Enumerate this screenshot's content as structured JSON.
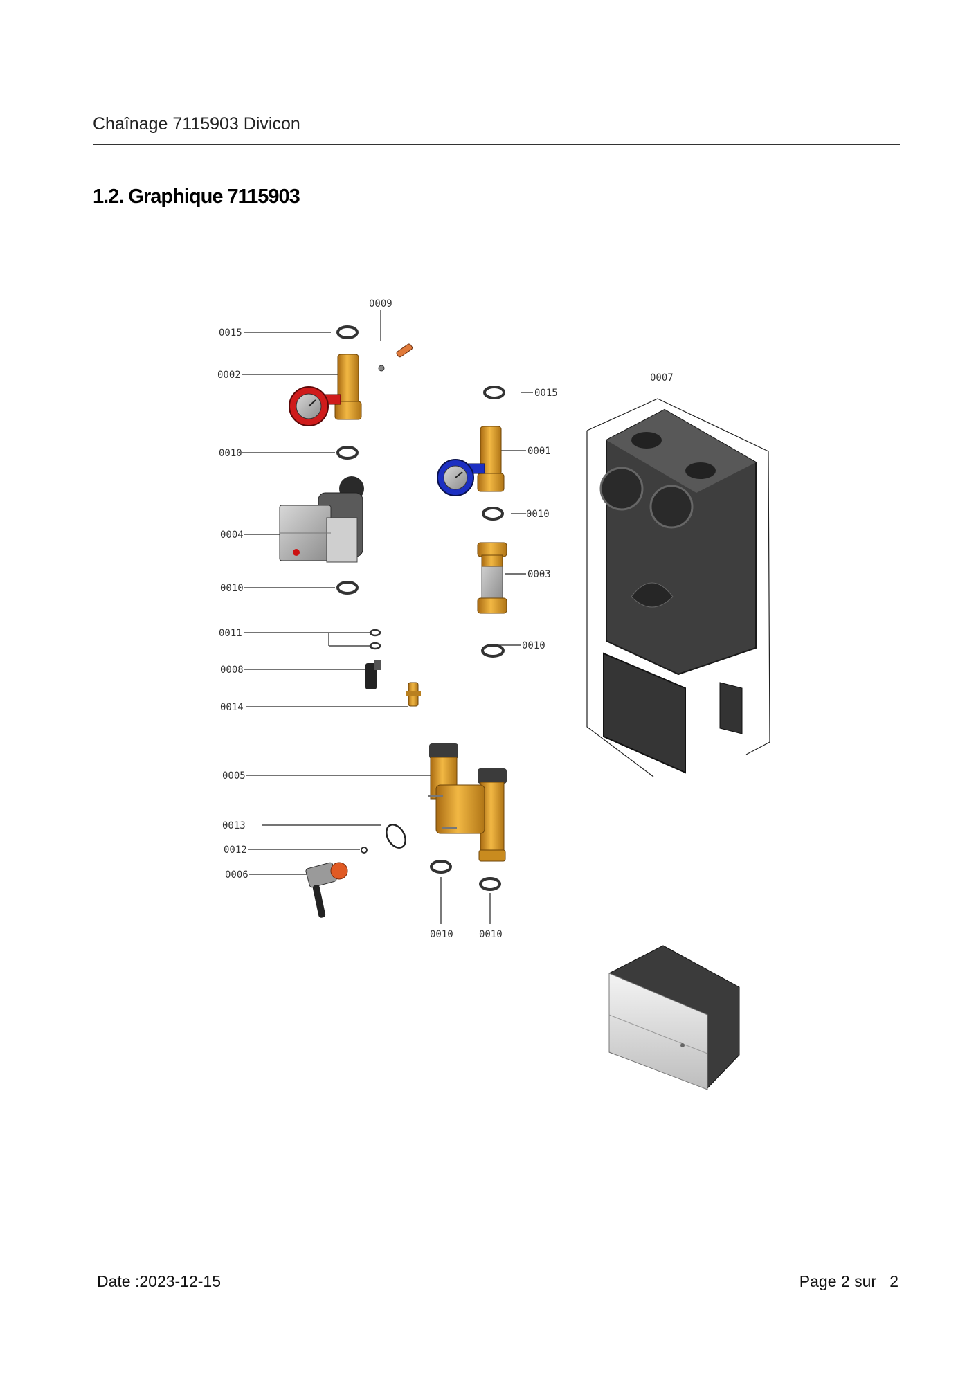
{
  "header": {
    "title": "Chaînage 7115903 Divicon"
  },
  "section": {
    "title": "1.2. Graphique 7115903"
  },
  "diagram": {
    "callouts": {
      "c0009": "0009",
      "c0015a": "0015",
      "c0002": "0002",
      "c0015b": "0015",
      "c0007": "0007",
      "c0010a": "0010",
      "c0001": "0001",
      "c0004": "0004",
      "c0010b": "0010",
      "c0010c": "0010",
      "c0003": "0003",
      "c0011": "0011",
      "c0010d": "0010",
      "c0008": "0008",
      "c0014": "0014",
      "c0005": "0005",
      "c0013": "0013",
      "c0012": "0012",
      "c0006": "0006",
      "c0010e": "0010",
      "c0010f": "0010"
    },
    "colors": {
      "brass": "#d99a26",
      "supply_valve": "#cf1b1b",
      "return_valve": "#1c2fc2",
      "insulation": "#3e3e3e"
    }
  },
  "footer": {
    "date": "Date :2023-12-15",
    "page": "Page 2 sur   2"
  }
}
